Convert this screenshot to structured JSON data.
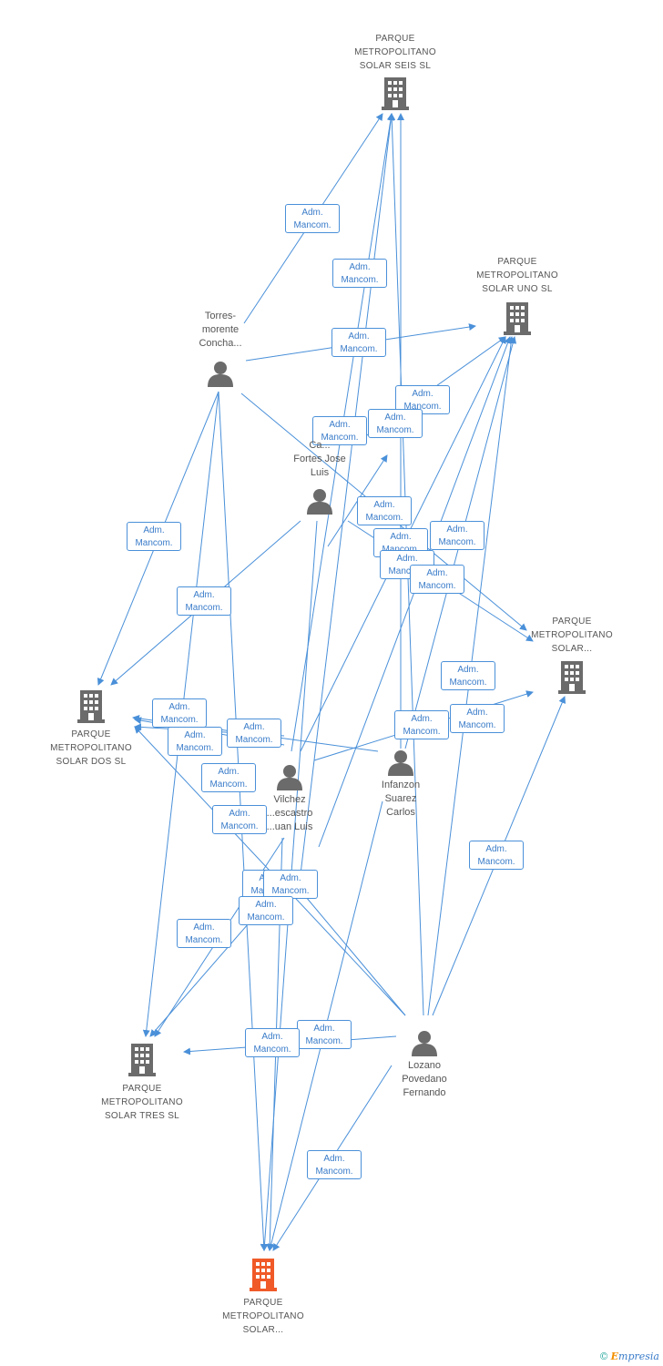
{
  "colors": {
    "edge": "#4a90d9",
    "company": "#666666",
    "focus": "#f05a28",
    "person": "#666666"
  },
  "nodes": {
    "seis": {
      "label": "PARQUE\nMETROPOLITANO\nSOLAR SEIS SL",
      "type": "company"
    },
    "uno": {
      "label": "PARQUE\nMETROPOLITANO\nSOLAR UNO SL",
      "type": "company"
    },
    "solar_r": {
      "label": "PARQUE\nMETROPOLITANO\nSOLAR...",
      "type": "company"
    },
    "dos": {
      "label": "PARQUE\nMETROPOLITANO\nSOLAR DOS SL",
      "type": "company"
    },
    "tres": {
      "label": "PARQUE\nMETROPOLITANO\nSOLAR TRES SL",
      "type": "company"
    },
    "focus": {
      "label": "PARQUE\nMETROPOLITANO\nSOLAR...",
      "type": "focus"
    },
    "torres": {
      "label": "Torres-\nmorente\nConcha...",
      "type": "person"
    },
    "calvo": {
      "label": "Ca...\nFortes Jose\nLuis",
      "type": "person"
    },
    "vilchez": {
      "label": "Vilchez\n...escastro\n...uan Luis",
      "type": "person"
    },
    "infanzon": {
      "label": "Infanzon\nSuarez\nCarlos",
      "type": "person"
    },
    "lozano": {
      "label": "Lozano\nPovedano\nFernando",
      "type": "person"
    }
  },
  "edge_label": {
    "line1": "Adm.",
    "line2": "Mancom."
  },
  "footer": {
    "copyright": "©",
    "brand_first": "E",
    "brand_rest": "mpresia"
  }
}
